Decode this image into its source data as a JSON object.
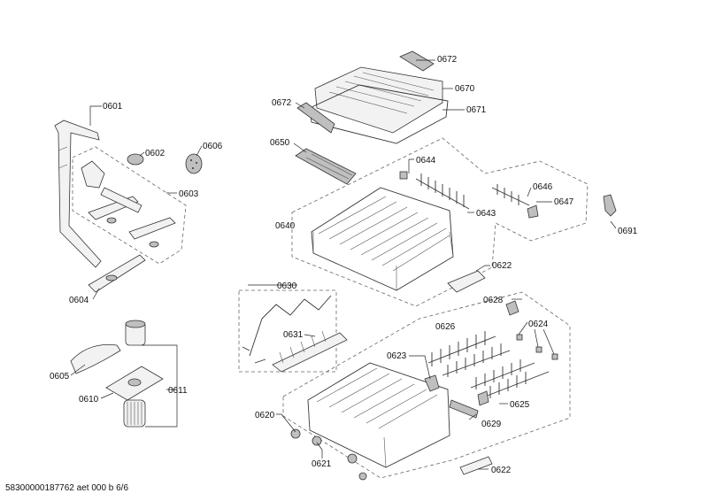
{
  "parts": {
    "p0601": "0601",
    "p0602": "0602",
    "p0606": "0606",
    "p0603": "0603",
    "p0604": "0604",
    "p0605": "0605",
    "p0610": "0610",
    "p0611": "0611",
    "p0672a": "0672",
    "p0670": "0670",
    "p0671": "0671",
    "p0672b": "0672",
    "p0650": "0650",
    "p0644": "0644",
    "p0643": "0643",
    "p0646": "0646",
    "p0647": "0647",
    "p0640": "0640",
    "p0691": "0691",
    "p0622a": "0622",
    "p0630": "0630",
    "p0628": "0628",
    "p0626": "0626",
    "p0624": "0624",
    "p0631": "0631",
    "p0623": "0623",
    "p0625": "0625",
    "p0620": "0620",
    "p0629": "0629",
    "p0621": "0621",
    "p0622b": "0622"
  },
  "footer": {
    "document_id": "58300000187762 aet 000 b 6/6"
  }
}
